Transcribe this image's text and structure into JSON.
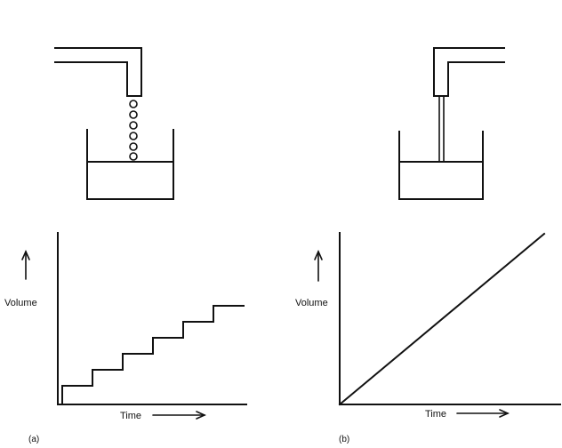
{
  "colors": {
    "ink": "#111111",
    "background": "#ffffff"
  },
  "labels": {
    "volume_a": "Volume",
    "time_a": "Time",
    "panel_a": "(a)",
    "volume_b": "Volume",
    "time_b": "Time",
    "panel_b": "(b)"
  },
  "chart_data": [
    {
      "type": "line",
      "title": "",
      "xlabel": "Time",
      "ylabel": "Volume",
      "series": [
        {
          "x": [
            0,
            1,
            1,
            2,
            2,
            3,
            3,
            4,
            4,
            5,
            5,
            6
          ],
          "y": [
            0,
            0,
            1,
            1,
            2,
            2,
            3,
            3,
            4,
            4,
            5,
            5
          ]
        }
      ]
    },
    {
      "type": "line",
      "title": "",
      "xlabel": "Time",
      "ylabel": "Volume",
      "series": [
        {
          "x": [
            0,
            1
          ],
          "y": [
            0,
            1
          ]
        }
      ]
    }
  ]
}
